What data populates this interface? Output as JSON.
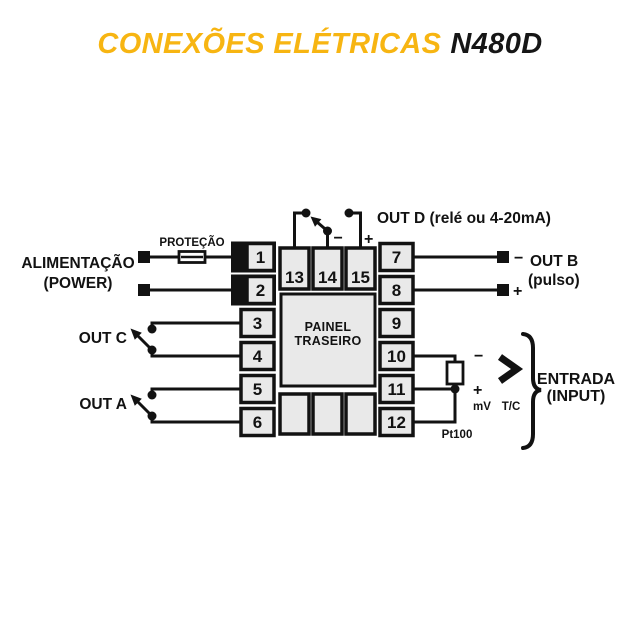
{
  "title": {
    "part1": "CONEXÕES ELÉTRICAS",
    "part2": "N480D"
  },
  "colors": {
    "accent_yellow": "#F7B512",
    "ink": "#121212",
    "terminal_fill": "#E9E9E9"
  },
  "power": {
    "label": "ALIMENTAÇÃO",
    "sublabel": "(POWER)",
    "protection": "PROTEÇÃO"
  },
  "outputs": {
    "out_c": "OUT C",
    "out_a": "OUT A",
    "out_d": "OUT D (relé ou 4-20mA)",
    "out_d_minus": "−",
    "out_d_plus": "+",
    "out_b": {
      "label": "OUT B",
      "sublabel": "(pulso)",
      "minus": "−",
      "plus": "+"
    }
  },
  "panel": {
    "line1": "PAINEL",
    "line2": "TRASEIRO"
  },
  "input": {
    "label": "ENTRADA",
    "sublabel": "(INPUT)",
    "mv": "mV",
    "tc": "T/C",
    "pt100": "Pt100",
    "minus": "−",
    "plus": "+"
  },
  "terminals": {
    "left": [
      "1",
      "2",
      "3",
      "4",
      "5",
      "6"
    ],
    "top": [
      "13",
      "14",
      "15"
    ],
    "right": [
      "7",
      "8",
      "9",
      "10",
      "11",
      "12"
    ]
  }
}
